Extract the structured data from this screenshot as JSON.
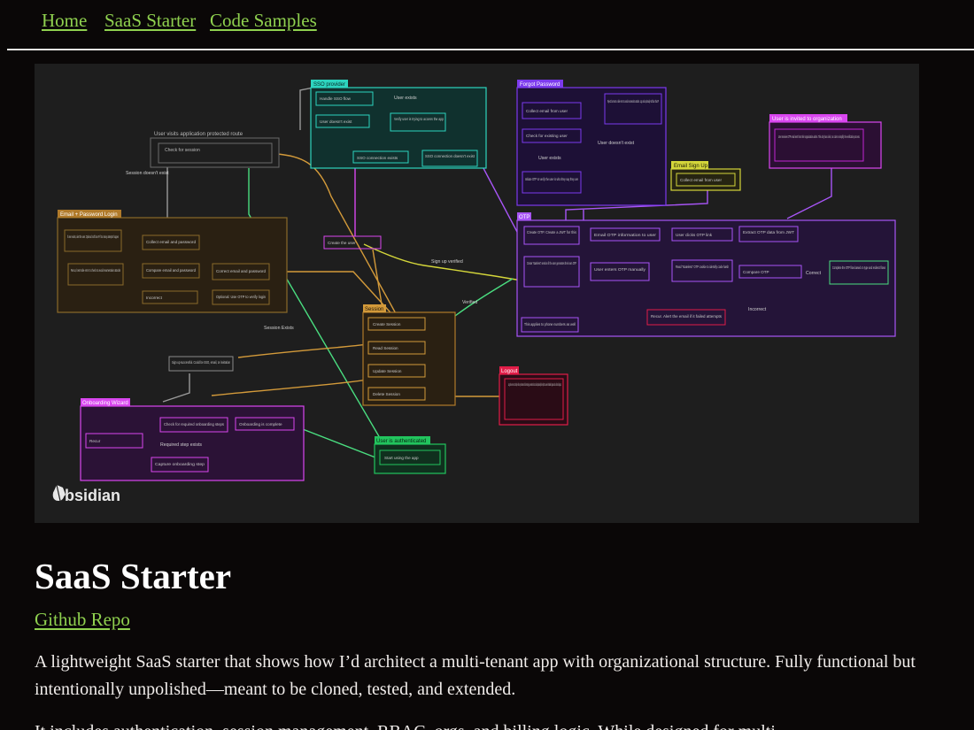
{
  "nav": {
    "home": "Home",
    "saas_starter": "SaaS Starter",
    "code_samples": "Code Samples"
  },
  "diagram": {
    "logo_text": "Obsidian",
    "groups": {
      "sso_provider": "SSO provider",
      "forgot_password": "Forgot Password",
      "user_invited": "User is invited to organization",
      "email_signup": "Email Sign Up",
      "email_password_login": "Email + Password Login",
      "otp": "OTP",
      "session": "Session",
      "logout": "Logout",
      "onboarding_wizard": "Onboarding Wizard",
      "user_authenticated": "User is authenticated"
    },
    "nodes": {
      "user_visits": "User visits application protected route",
      "check_session": "Check for session",
      "handle_sso": "Handle SSO flow",
      "user_doesnt_exist_sso": "User doesn't exist",
      "verify_user": "Verify user is trying to access the app",
      "sso_exists": "SSO connection exists",
      "sso_not_exist": "SSO connection doesn't exist",
      "collect_email_fp": "Collect email from user",
      "check_existing": "Check for existing user",
      "initiate_otp": "Initiate OTP to verify the user is who they say they are",
      "reject": "Reject but return a fake error to avoid enumeration attacks. Log and optionally soft ban that IP",
      "invite_text": "User receives OTP email sent from their organization admin. This only has a link, no code to simplify the verification process.",
      "collect_email_signup": "Collect email from user",
      "user_exists_sure": "If user exists, alert the user. Optional: soft ban IP if too many attempts happen",
      "collect_email_pw": "Collect email and password",
      "recur_password": "Recur, best safe error to check to avoid enumeration attacks",
      "compare_email_pw": "Compare email and password",
      "correct_email_pw": "Correct email and password",
      "incorrect_pw": "Incorrect",
      "optional_otp": "Optional: Use OTP to verify login",
      "create_user": "Create the user",
      "create_otp": "Create OTP. Create a JWT for this",
      "email_otp": "Email OTP information to user",
      "clicks_otp": "User clicks OTP link",
      "extract_otp": "Extract OTP data from JWT",
      "stateless_session": "Create \"stateless\" session if the user generates their own OTP",
      "enters_otp": "User enters OTP manually",
      "read_stateless": "Read \"stateless\" OTP cookie to identify code hash",
      "compare_otp": "Compare OTP",
      "complete_otp": "Complete the OTP flow based on type and redirect flows",
      "recur_alert": "Recur. Alert the email if it failed attempts",
      "phone_note": "This applies to phone numbers as well",
      "create_session": "Create Session",
      "read_session": "Read Session",
      "update_session": "Update Session",
      "delete_session": "Delete Session",
      "logout_text": "Log the user out. Simple for any instance of destroying a session but could optionally be split to a user initiated logout and a forced logout.",
      "signup_success": "Sign up successful. Could be SSO, email, or invitation",
      "check_onboarding": "Check for required onboarding steps",
      "onboarding_complete": "Onboarding is complete",
      "recur_onboard": "Recur",
      "capture_step": "Capture onboarding step",
      "start_app": "Start using the app"
    },
    "edge_labels": {
      "session_not_exist": "Session doesn't exist",
      "user_exists": "User exists",
      "user_doesnt_exist_fp": "User doesn't exist",
      "user_exists_fp": "User exists",
      "signup_verified": "Sign up verified",
      "verified": "Verified",
      "session_exists": "Session Exists",
      "correct": "Correct",
      "incorrect": "Incorrect",
      "required_step": "Required step exists"
    }
  },
  "article": {
    "title": "SaaS Starter",
    "repo_link": "Github Repo",
    "paragraph1": "A lightweight SaaS starter that shows how I’d architect a multi-tenant app with organizational structure. Fully functional but intentionally unpolished—meant to be cloned, tested, and extended.",
    "paragraph2": "It includes authentication, session management, RBAC, orgs, and billing logic. While designed for multi-"
  },
  "colors": {
    "link": "#8fd14f",
    "background": "#0a0707",
    "diagram_bg": "#1e1e1e",
    "cyan": "#2dd4bf",
    "purple": "#a855f7",
    "magenta": "#d946ef",
    "orange": "#d39a3a",
    "green": "#4ade80",
    "yellow": "#d4d63a",
    "red": "#e11d48",
    "gray": "#8a8a8a"
  }
}
